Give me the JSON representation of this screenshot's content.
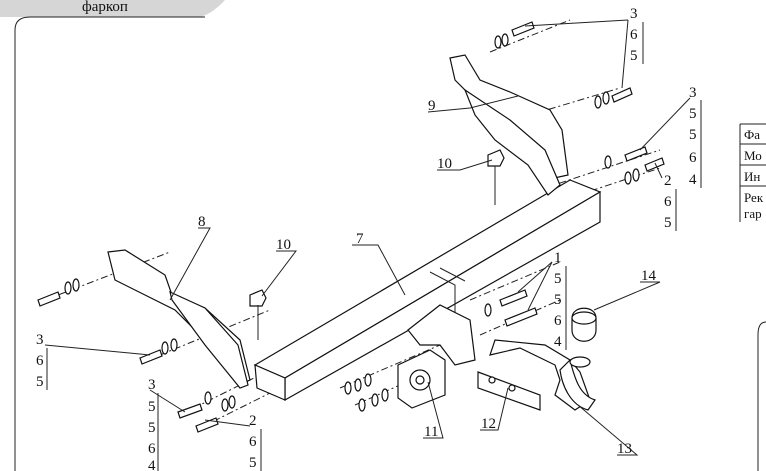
{
  "header": {
    "tab_label": "фаркоп"
  },
  "callouts": [
    {
      "id": "c-7",
      "label": "7"
    },
    {
      "id": "c-8",
      "label": "8"
    },
    {
      "id": "c-9",
      "label": "9"
    },
    {
      "id": "c-10a",
      "label": "10"
    },
    {
      "id": "c-10b",
      "label": "10"
    },
    {
      "id": "c-11",
      "label": "11"
    },
    {
      "id": "c-12",
      "label": "12"
    },
    {
      "id": "c-13",
      "label": "13"
    },
    {
      "id": "c-14",
      "label": "14"
    }
  ],
  "fastener_stacks": [
    {
      "id": "stack-top",
      "items": [
        "3",
        "6",
        "5"
      ]
    },
    {
      "id": "stack-right",
      "items": [
        "3",
        "5",
        "5",
        "6",
        "4"
      ]
    },
    {
      "id": "stack-right-lower",
      "items": [
        "2",
        "6",
        "5"
      ]
    },
    {
      "id": "stack-center",
      "items": [
        "1",
        "5",
        "5",
        "6",
        "4"
      ]
    },
    {
      "id": "stack-left",
      "items": [
        "3",
        "6",
        "5"
      ]
    },
    {
      "id": "stack-bottom-left",
      "items": [
        "3",
        "5",
        "5",
        "6",
        "4"
      ]
    },
    {
      "id": "stack-bottom",
      "items": [
        "2",
        "6",
        "5"
      ]
    }
  ],
  "side_table": {
    "rows": [
      "Фа",
      "Мо",
      "Ин",
      "Рек",
      "гар"
    ]
  }
}
